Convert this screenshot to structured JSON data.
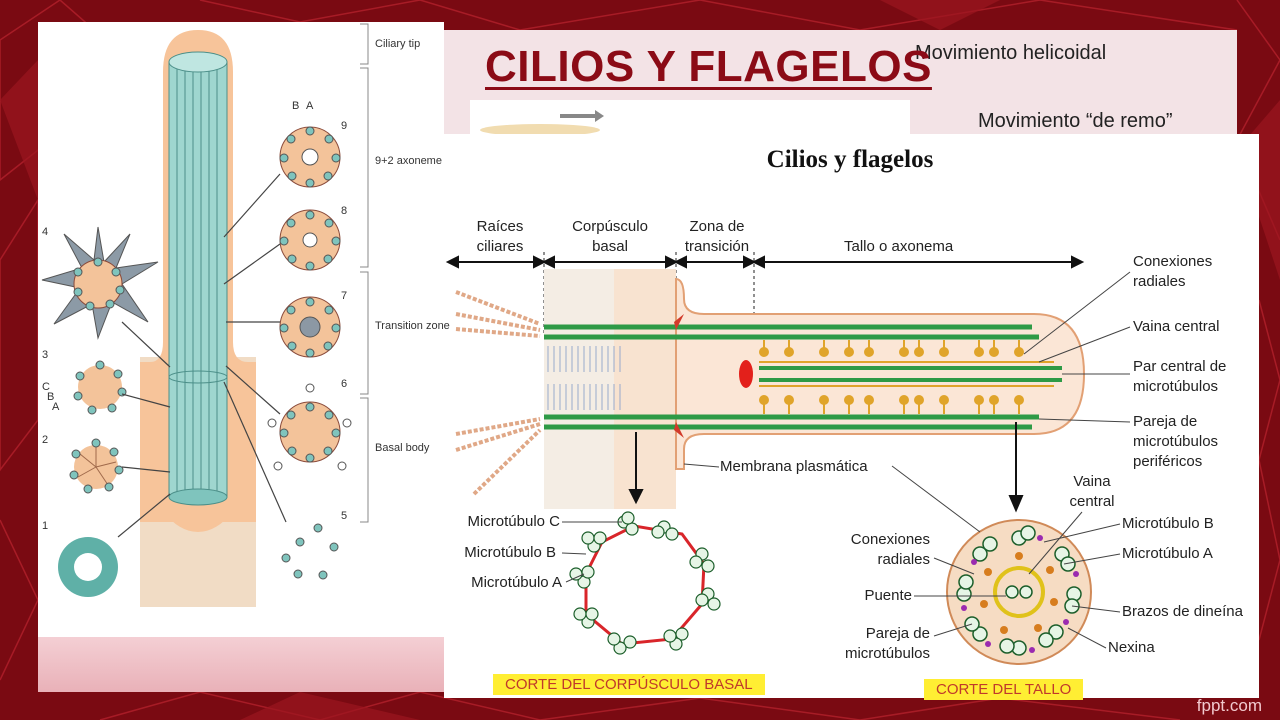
{
  "slide": {
    "title": "CILIOS Y FLAGELOS",
    "movement_labels": [
      "Movimiento helicoidal",
      "Movimiento “de remo”"
    ],
    "brand": "fppt.com"
  },
  "left_diagram": {
    "region_labels": [
      "Ciliary tip",
      "9+2 axoneme",
      "Transition zone",
      "Basal body"
    ],
    "numbers": [
      "1",
      "2",
      "3",
      "4",
      "5",
      "6",
      "7",
      "8",
      "9"
    ],
    "tubule_letters": [
      "A",
      "B",
      "C"
    ],
    "pair_letters": [
      "B",
      "A"
    ]
  },
  "right_diagram": {
    "title": "Cilios y flagelos",
    "sections": [
      "Raíces ciliares",
      "Corpúsculo basal",
      "Zona de transición",
      "Tallo o axonema"
    ],
    "callouts": [
      "Conexiones radiales",
      "Vaina central",
      "Par central de microtúbulos",
      "Pareja de microtúbulos periféricos",
      "Membrana plasmática"
    ],
    "basal_labels": [
      "Microtúbulo C",
      "Microtúbulo B",
      "Microtúbulo A"
    ],
    "stem_labels": {
      "left": [
        "Conexiones radiales",
        "Puente",
        "Pareja de microtúbulos"
      ],
      "right": [
        "Vaina central",
        "Microtúbulo B",
        "Microtúbulo A",
        "Brazos de dineína",
        "Nexina"
      ]
    },
    "section_titles": [
      "CORTE DEL CORPÚSCULO BASAL",
      "CORTE DEL TALLO"
    ]
  },
  "colors": {
    "background": "#7a0a12",
    "title": "#8b0b16",
    "microtubule": "#2e9a46",
    "axoneme_teal": "#9fd6cf",
    "highlight": "#ffee33"
  }
}
